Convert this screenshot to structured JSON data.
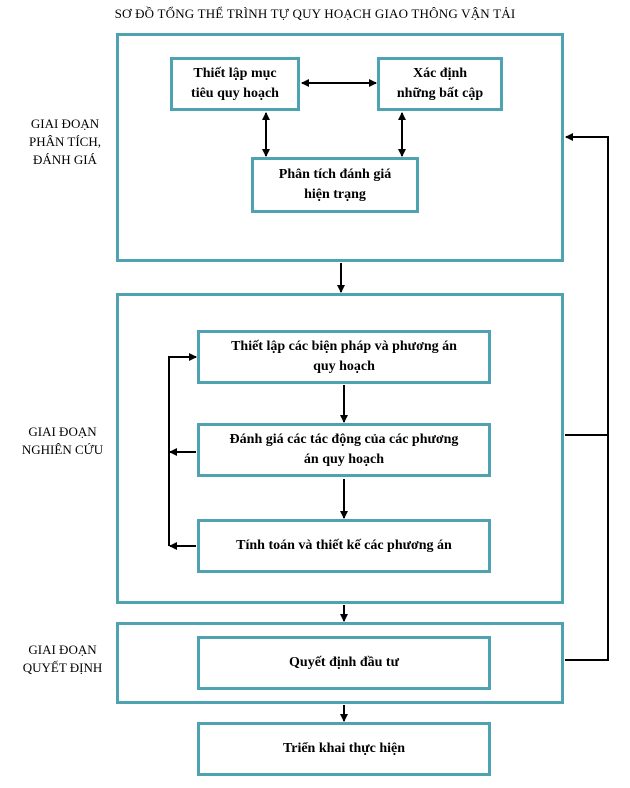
{
  "title": "SƠ ĐỒ TỔNG THỂ TRÌNH TỰ QUY HOẠCH GIAO THÔNG VẬN TẢI",
  "stages": {
    "analysis": "GIAI ĐOẠN\nPHÂN TÍCH,\nĐÁNH GIÁ",
    "research": "GIAI ĐOẠN\nNGHIÊN CỨU",
    "decision": "GIAI ĐOẠN\nQUYẾT ĐỊNH"
  },
  "boxes": {
    "set_goals": "Thiết lập mục\ntiêu quy hoạch",
    "identify_issues": "Xác định\nnhững bất cập",
    "analyze_status": "Phân tích đánh giá\nhiện trạng",
    "set_measures": "Thiết lập các biện pháp và phương án\nquy hoạch",
    "evaluate_impacts": "Đánh giá các tác động của các phương\nán quy hoạch",
    "calculate_design": "Tính toán và thiết kế các phương án",
    "investment_decision": "Quyết định đầu tư",
    "implementation": "Triển khai thực hiện"
  }
}
